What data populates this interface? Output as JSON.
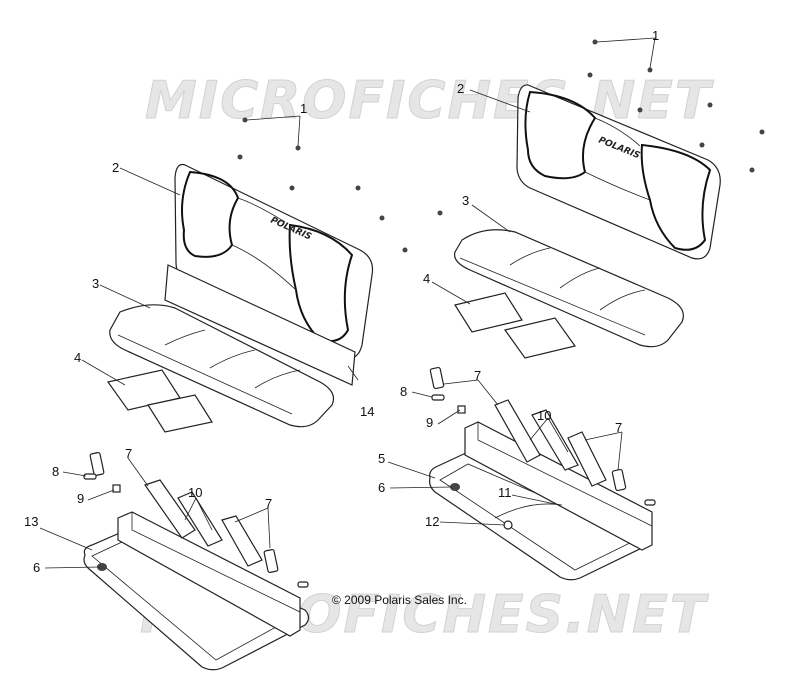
{
  "watermark_text": "MICROFICHES.NET",
  "copyright": "© 2009 Polaris Sales Inc.",
  "brand_mark": "POLARIS",
  "callouts": {
    "c1a": "1",
    "c1b": "1",
    "c2a": "2",
    "c2b": "2",
    "c3a": "3",
    "c3b": "3",
    "c4a": "4",
    "c4b": "4",
    "c5": "5",
    "c6a": "6",
    "c6b": "6",
    "c7a": "7",
    "c7b": "7",
    "c7c": "7",
    "c7d": "7",
    "c8a": "8",
    "c8b": "8",
    "c9a": "9",
    "c9b": "9",
    "c10a": "10",
    "c10b": "10",
    "c11": "11",
    "c12": "12",
    "c13": "13",
    "c14": "14"
  }
}
